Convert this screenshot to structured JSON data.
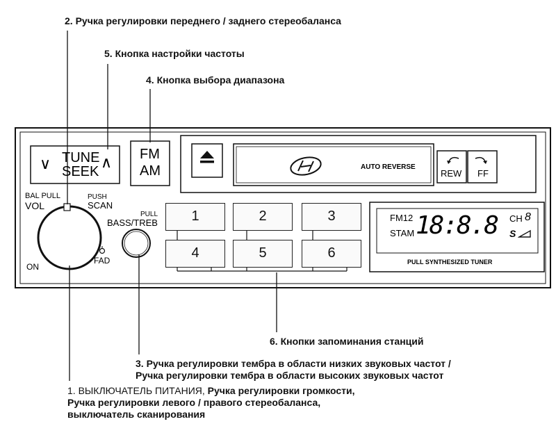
{
  "callouts": {
    "c2": "2. Ручка регулировки переднего / заднего стереобаланса",
    "c5": "5. Кнопка настройки частоты",
    "c4": "4. Кнопка выбора диапазона",
    "c6": "6. Кнопки запоминания станций",
    "c3_line1": "3. Ручка регулировки тембра в области низких звуковых частот /",
    "c3_line2": "Ручка регулировки тембра в области высоких звуковых частот",
    "c1_line1_bold": "1. ВЫКЛЮЧАТЕЛЬ ПИТАНИЯ,",
    "c1_line1_rest": " Ручка регулировки громкости,",
    "c1_line2": "Ручка регулировки левого / правого стереобаланса,",
    "c1_line3": "выключатель сканирования"
  },
  "panel": {
    "tune": "TUNE",
    "seek": "SEEK",
    "arrow_down": "∨",
    "arrow_up": "∧",
    "fm": "FM",
    "am": "AM",
    "auto_reverse": "AUTO REVERSE",
    "rew": "REW",
    "ff": "FF",
    "bal_pull": "BAL PULL",
    "vol": "VOL",
    "push": "PUSH",
    "scan": "SCAN",
    "pull": "PULL",
    "bass_treb": "BASS/TREB",
    "on": "ON",
    "fad": "FAD",
    "presets": [
      "1",
      "2",
      "3",
      "4",
      "5",
      "6"
    ],
    "display": {
      "band": "FM12",
      "st_am": "STAM",
      "freq": "18:8.8",
      "ch": "CH",
      "ch_digit": "8",
      "s": "S"
    },
    "tuner_label": "PULL SYNTHESIZED TUNER"
  }
}
